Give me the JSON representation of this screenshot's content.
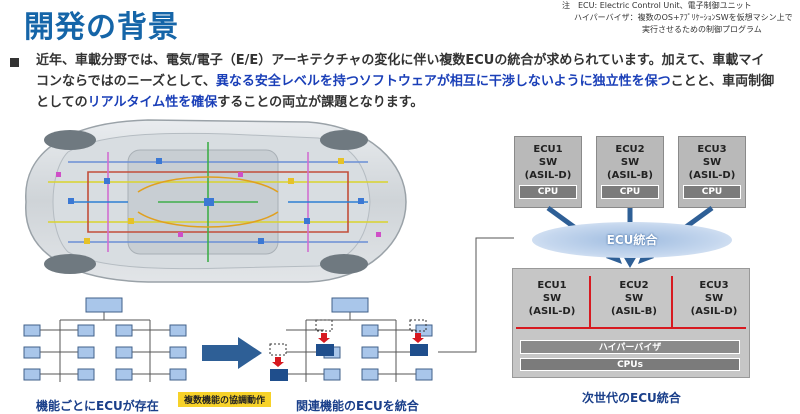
{
  "title": "開発の背景",
  "note": {
    "line1": "注　ECU: Electric Control Unit、電子制御ユニット",
    "line2": "ハイパーバイザ：複数のOS+ｱﾌﾟﾘｹｰｼｮﾝSWを仮想マシン上で",
    "line3": "実行させるための制御プログラム"
  },
  "body": {
    "part1": "近年、車載分野では、電気/電子（E/E）アーキテクチャの変化に伴い複数ECUの統合が求められています。加えて、車載マイコンならではのニーズとして、",
    "highlight1": "異なる安全レベルを持つソフトウェアが相互に干渉しないように独立性を保つ",
    "part2": "ことと、車両制御としての",
    "highlight2": "リアルタイム性を確保",
    "part3": "することの両立が課題となります。"
  },
  "top_ecus": [
    {
      "name": "ECU1",
      "sw": "SW",
      "asil": "(ASIL-D)",
      "cpu": "CPU"
    },
    {
      "name": "ECU2",
      "sw": "SW",
      "asil": "(ASIL-B)",
      "cpu": "CPU"
    },
    {
      "name": "ECU3",
      "sw": "SW",
      "asil": "(ASIL-D)",
      "cpu": "CPU"
    }
  ],
  "ecu_integration_label": "ECU統合",
  "integrated_ecus": [
    {
      "name": "ECU1",
      "sw": "SW",
      "asil": "(ASIL-D)"
    },
    {
      "name": "ECU2",
      "sw": "SW",
      "asil": "(ASIL-B)"
    },
    {
      "name": "ECU3",
      "sw": "SW",
      "asil": "(ASIL-D)"
    }
  ],
  "hypervisor_label": "ハイパーバイザ",
  "cpus_label": "CPUs",
  "captions": {
    "left": "機能ごとにECUが存在",
    "coop": "複数機能の協調動作",
    "mid": "関連機能のECUを統合",
    "right": "次世代のECU統合"
  },
  "colors": {
    "title": "#1565a8",
    "highlight": "#1a3fb8",
    "arrow": "#2e5f96",
    "ecu_node": "#a9c6ea",
    "red_divider": "#d71920"
  }
}
